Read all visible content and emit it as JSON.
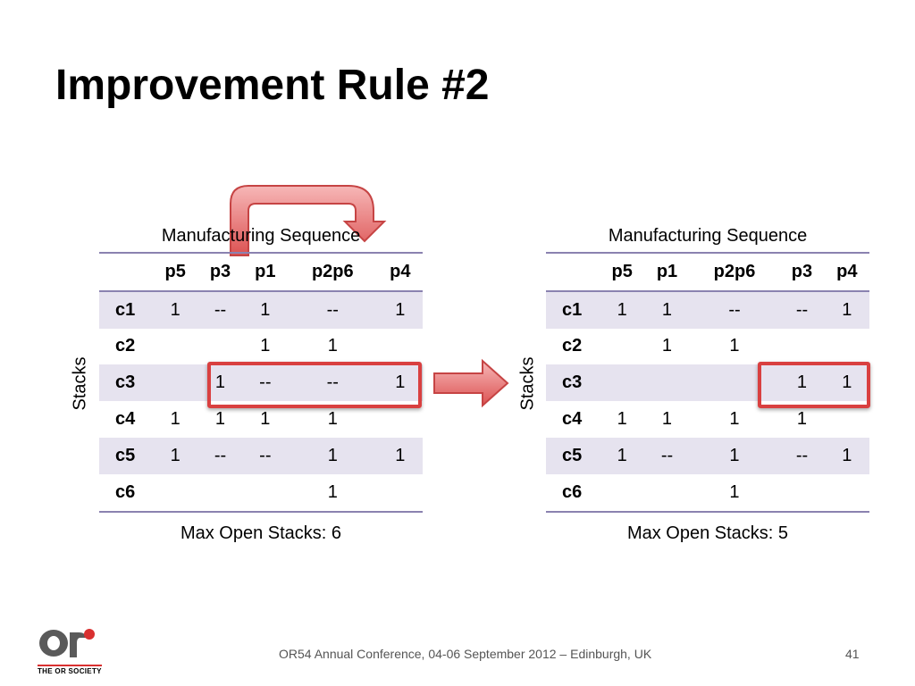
{
  "slide": {
    "title": "Improvement Rule #2",
    "footer": "OR54 Annual Conference, 04-06 September 2012 – Edinburgh, UK",
    "page_number": "41",
    "logo_text": "THE OR SOCIETY"
  },
  "left": {
    "sequence_label": "Manufacturing Sequence",
    "stacks_label": "Stacks",
    "columns": [
      "p5",
      "p3",
      "p1",
      "p2p6",
      "p4"
    ],
    "rows": [
      {
        "label": "c1",
        "cells": [
          "1",
          "--",
          "1",
          "--",
          "1"
        ]
      },
      {
        "label": "c2",
        "cells": [
          "",
          "",
          "1",
          "1",
          ""
        ]
      },
      {
        "label": "c3",
        "cells": [
          "",
          "1",
          "--",
          "--",
          "1"
        ]
      },
      {
        "label": "c4",
        "cells": [
          "1",
          "1",
          "1",
          "1",
          ""
        ]
      },
      {
        "label": "c5",
        "cells": [
          "1",
          "--",
          "--",
          "1",
          "1"
        ]
      },
      {
        "label": "c6",
        "cells": [
          "",
          "",
          "",
          "1",
          ""
        ]
      }
    ],
    "max_open_stacks": "Max Open Stacks: 6"
  },
  "right": {
    "sequence_label": "Manufacturing Sequence",
    "stacks_label": "Stacks",
    "columns": [
      "p5",
      "p1",
      "p2p6",
      "p3",
      "p4"
    ],
    "rows": [
      {
        "label": "c1",
        "cells": [
          "1",
          "1",
          "--",
          "--",
          "1"
        ]
      },
      {
        "label": "c2",
        "cells": [
          "",
          "1",
          "1",
          "",
          ""
        ]
      },
      {
        "label": "c3",
        "cells": [
          "",
          "",
          "",
          "1",
          "1"
        ]
      },
      {
        "label": "c4",
        "cells": [
          "1",
          "1",
          "1",
          "1",
          ""
        ]
      },
      {
        "label": "c5",
        "cells": [
          "1",
          "--",
          "1",
          "--",
          "1"
        ]
      },
      {
        "label": "c6",
        "cells": [
          "",
          "",
          "1",
          "",
          ""
        ]
      }
    ],
    "max_open_stacks": "Max Open Stacks: 5"
  },
  "colors": {
    "accent_red": "#d94040",
    "row_shade": "#e6e3ef",
    "rule_line": "#8a82b0"
  }
}
